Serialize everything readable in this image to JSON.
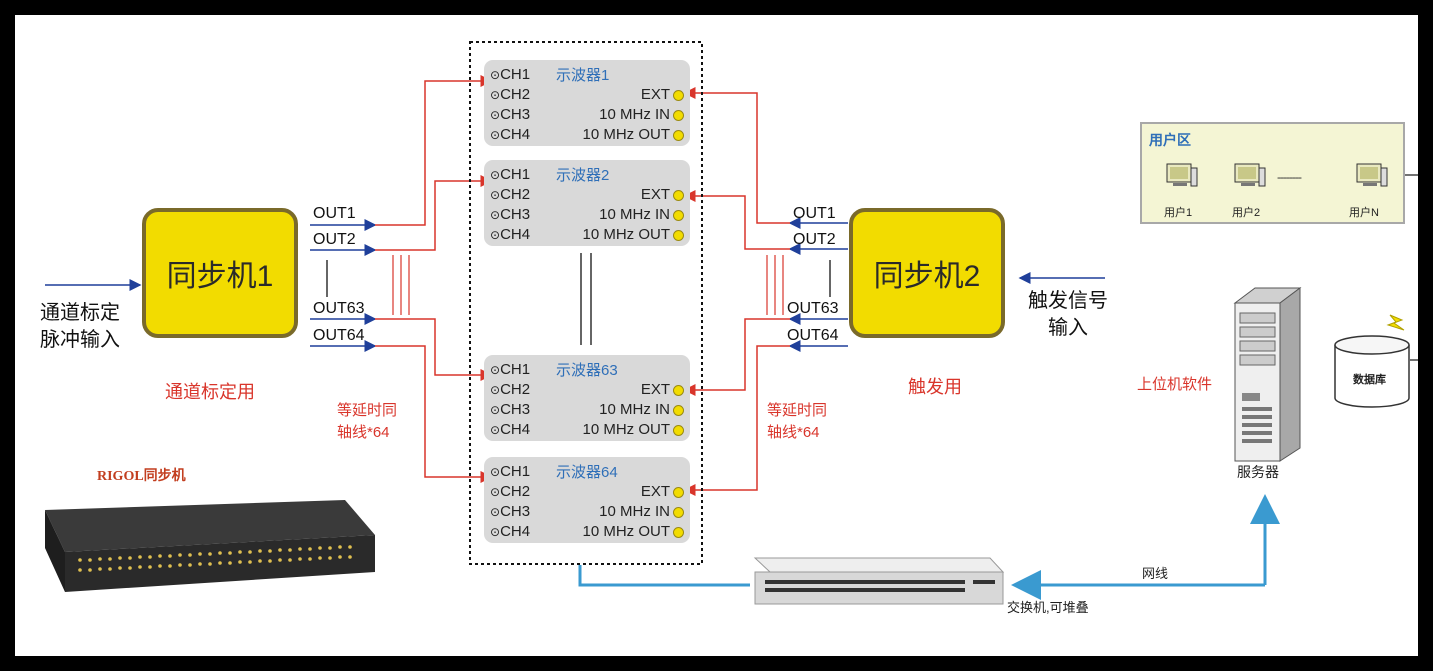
{
  "sync1": {
    "label": "同步机1",
    "input": [
      "通道标定",
      "脉冲输入"
    ],
    "usage": "通道标定用",
    "outputs": [
      "OUT1",
      "OUT2",
      "OUT63",
      "OUT64"
    ]
  },
  "sync2": {
    "label": "同步机2",
    "input": [
      "触发信号",
      "输入"
    ],
    "usage": "触发用",
    "outputs": [
      "OUT1",
      "OUT2",
      "OUT63",
      "OUT64"
    ]
  },
  "cable_left": [
    "等延时同",
    "轴线*64"
  ],
  "cable_right": [
    "等延时同",
    "轴线*64"
  ],
  "oscilloscopes": [
    {
      "title": "示波器1"
    },
    {
      "title": "示波器2"
    },
    {
      "title": "示波器63"
    },
    {
      "title": "示波器64"
    }
  ],
  "osc_channels": [
    "CH1",
    "CH2",
    "CH3",
    "CH4"
  ],
  "osc_ports": [
    "EXT",
    "10 MHz IN",
    "10 MHz OUT"
  ],
  "rigol_label": "RIGOL同步机",
  "user_area": {
    "title": "用户区",
    "users": [
      "用户1",
      "用户2",
      "用户N"
    ],
    "ellipsis": "--------"
  },
  "database": "数据库",
  "server": {
    "software": "上位机软件",
    "label": "服务器"
  },
  "network_cable": "网线",
  "switch_label": "交换机,可堆叠",
  "colors": {
    "sync_fill": "#f2dc00",
    "red_line": "#d9352b",
    "blue_line": "#3a9ad0",
    "osc_title": "#2f6fb8"
  }
}
